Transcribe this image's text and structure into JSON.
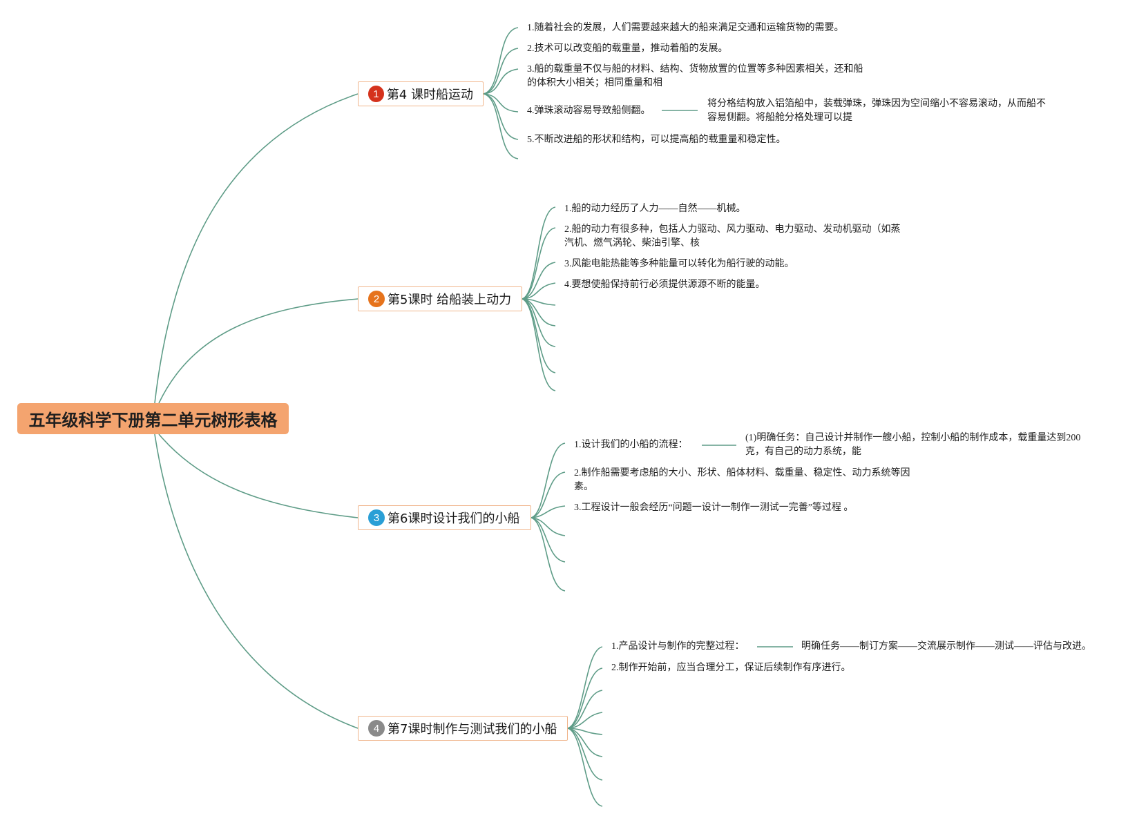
{
  "root": {
    "title": "五年级科学下册第二单元树形表格"
  },
  "colors": {
    "line": "#5e9c87",
    "root_fill": "#f4a46f",
    "branch_border": "#f0b48a",
    "badge_1": "#d5321c",
    "badge_2": "#e6731c",
    "badge_3": "#2a9fd6",
    "badge_4": "#8a8a8a"
  },
  "branches": [
    {
      "number": "1",
      "title": "第4 课时船运动",
      "items": [
        "1.随着社会的发展，人们需要越来越大的船来满足交通和运输货物的需要。",
        "2.技术可以改变船的载重量，推动着船的发展。",
        "3.船的载重量不仅与船的材料、结构、货物放置的位置等多种因素相关，还和船的体积大小相关；相同重量和相",
        "4.弹珠滚动容易导致船侧翻。",
        "5.不断改进船的形状和结构，可以提高船的载重量和稳定性。"
      ],
      "detail": "将分格结构放入铝箔船中，装载弹珠，弹珠因为空间缩小不容易滚动，从而船不容易侧翻。将船舱分格处理可以提"
    },
    {
      "number": "2",
      "title": "第5课时 给船装上动力",
      "items": [
        "1.船的动力经历了人力——自然——机械。",
        "2.船的动力有很多种，包括人力驱动、风力驱动、电力驱动、发动机驱动（如蒸汽机、燃气涡轮、柴油引擎、核",
        "3.风能电能热能等多种能量可以转化为船行驶的动能。",
        "4.要想使船保持前行必须提供源源不断的能量。"
      ]
    },
    {
      "number": "3",
      "title": "第6课时设计我们的小船",
      "items": [
        "1.设计我们的小船的流程：",
        "2.制作船需要考虑船的大小、形状、船体材料、载重量、稳定性、动力系统等因素。",
        "3.工程设计一般会经历“问题一设计一制作一测试一完善”等过程 。"
      ],
      "detail": "(1)明确任务：自己设计并制作一艘小船，控制小船的制作成本，载重量达到200克，有自己的动力系统，能"
    },
    {
      "number": "4",
      "title": "第7课时制作与测试我们的小船",
      "items": [
        "1.产品设计与制作的完整过程：",
        "2.制作开始前，应当合理分工，保证后续制作有序进行。"
      ],
      "detail": "明确任务——制订方案——交流展示制作——测试——评估与改进。"
    }
  ]
}
